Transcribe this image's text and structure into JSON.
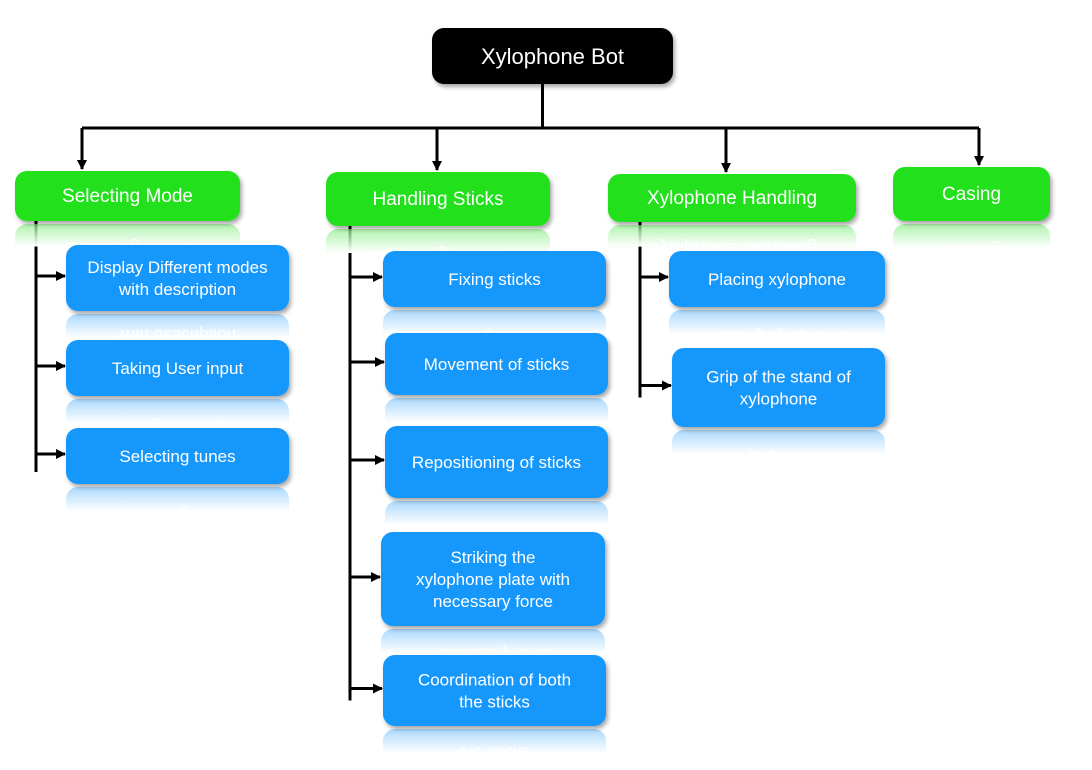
{
  "diagram": {
    "root": {
      "label": "Xylophone Bot"
    },
    "branches": [
      {
        "label": "Selecting Mode",
        "items": [
          "Display Different modes with description",
          "Taking User input",
          "Selecting tunes"
        ]
      },
      {
        "label": "Handling Sticks",
        "items": [
          "Fixing sticks",
          "Movement of sticks",
          "Repositioning of sticks",
          "Striking the xylophone plate with necessary force",
          "Coordination of both the sticks"
        ]
      },
      {
        "label": "Xylophone Handling",
        "items": [
          "Placing xylophone",
          "Grip of the stand of xylophone"
        ]
      },
      {
        "label": "Casing",
        "items": []
      }
    ]
  },
  "colors": {
    "root_fill": "#000000",
    "root_text": "#ffffff",
    "branch_fill": "#22e01e",
    "item_fill": "#1597fb",
    "node_text": "#ffffff",
    "connector": "#000000"
  }
}
